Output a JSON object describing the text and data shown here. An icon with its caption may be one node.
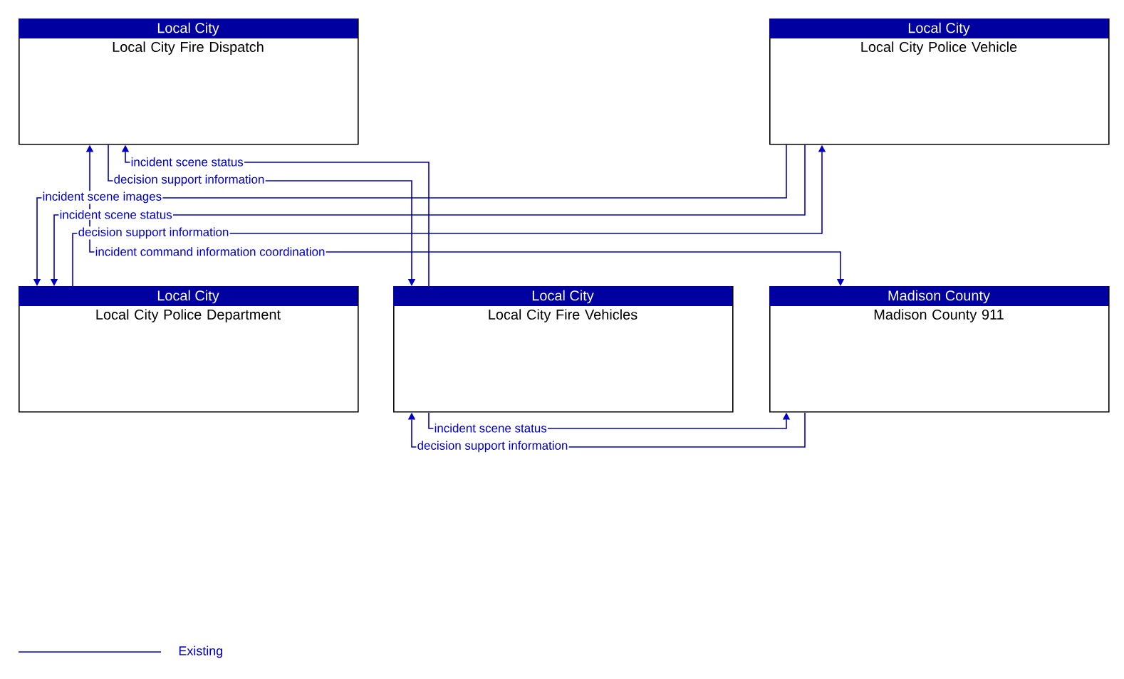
{
  "diagram": {
    "nodes": [
      {
        "text": [
          "Local City",
          "Local City Fire Dispatch"
        ]
      },
      {
        "text": [
          "Local City",
          "Local City Police Vehicle"
        ]
      },
      {
        "text": [
          "Local City",
          "Local City Police Department"
        ]
      },
      {
        "text": [
          "Local City",
          "Local City Fire Vehicles"
        ]
      },
      {
        "text": [
          "Madison County",
          "Madison County 911"
        ]
      }
    ],
    "edges": [
      {
        "from": 3,
        "to": 0,
        "arrow": "to",
        "label": "incident scene status"
      },
      {
        "from": 0,
        "to": 3,
        "arrow": "to",
        "label": "decision support information"
      },
      {
        "from": 1,
        "to": 2,
        "arrow": "to",
        "label": "incident scene images"
      },
      {
        "from": 1,
        "to": 2,
        "arrow": "to",
        "label": "incident scene status"
      },
      {
        "from": 2,
        "to": 1,
        "arrow": "to",
        "label": "decision support information"
      },
      {
        "from": 0,
        "to": 4,
        "arrow": "both",
        "label": "incident command information coordination"
      },
      {
        "from": 3,
        "to": 4,
        "arrow": "to",
        "label": "incident scene status"
      },
      {
        "from": 4,
        "to": 3,
        "arrow": "to",
        "label": "decision support information"
      }
    ],
    "legend": [
      {
        "text": "Existing"
      }
    ]
  }
}
